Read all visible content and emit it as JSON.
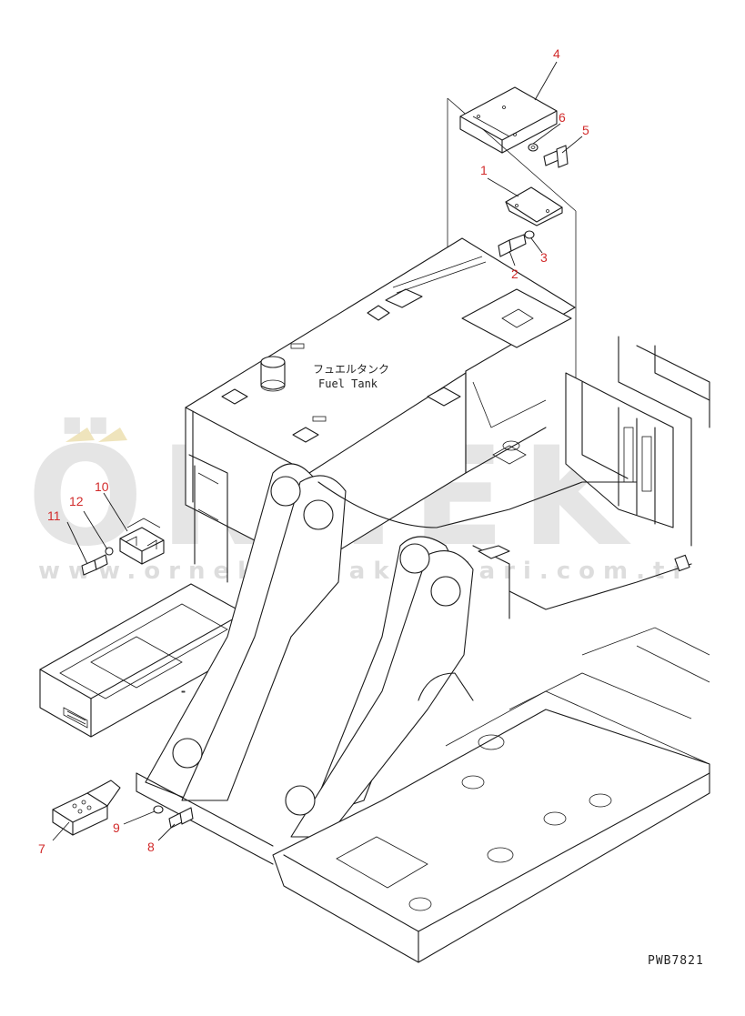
{
  "drawing_code": "PWB7821",
  "fuel_tank": {
    "jp_label": "フュエルタンク",
    "en_label": "Fuel Tank"
  },
  "watermark": {
    "main": "ÖRNEK",
    "sub": "www.orneklismakinelari.com.tr"
  },
  "callouts": [
    "1",
    "2",
    "3",
    "4",
    "5",
    "6",
    "7",
    "8",
    "9",
    "10",
    "11",
    "12"
  ],
  "colors": {
    "callout": "#d22b2b",
    "line": "#1a1a1a",
    "watermark": "#cfcfcf",
    "watermark_accent": "#e8d9a0"
  }
}
